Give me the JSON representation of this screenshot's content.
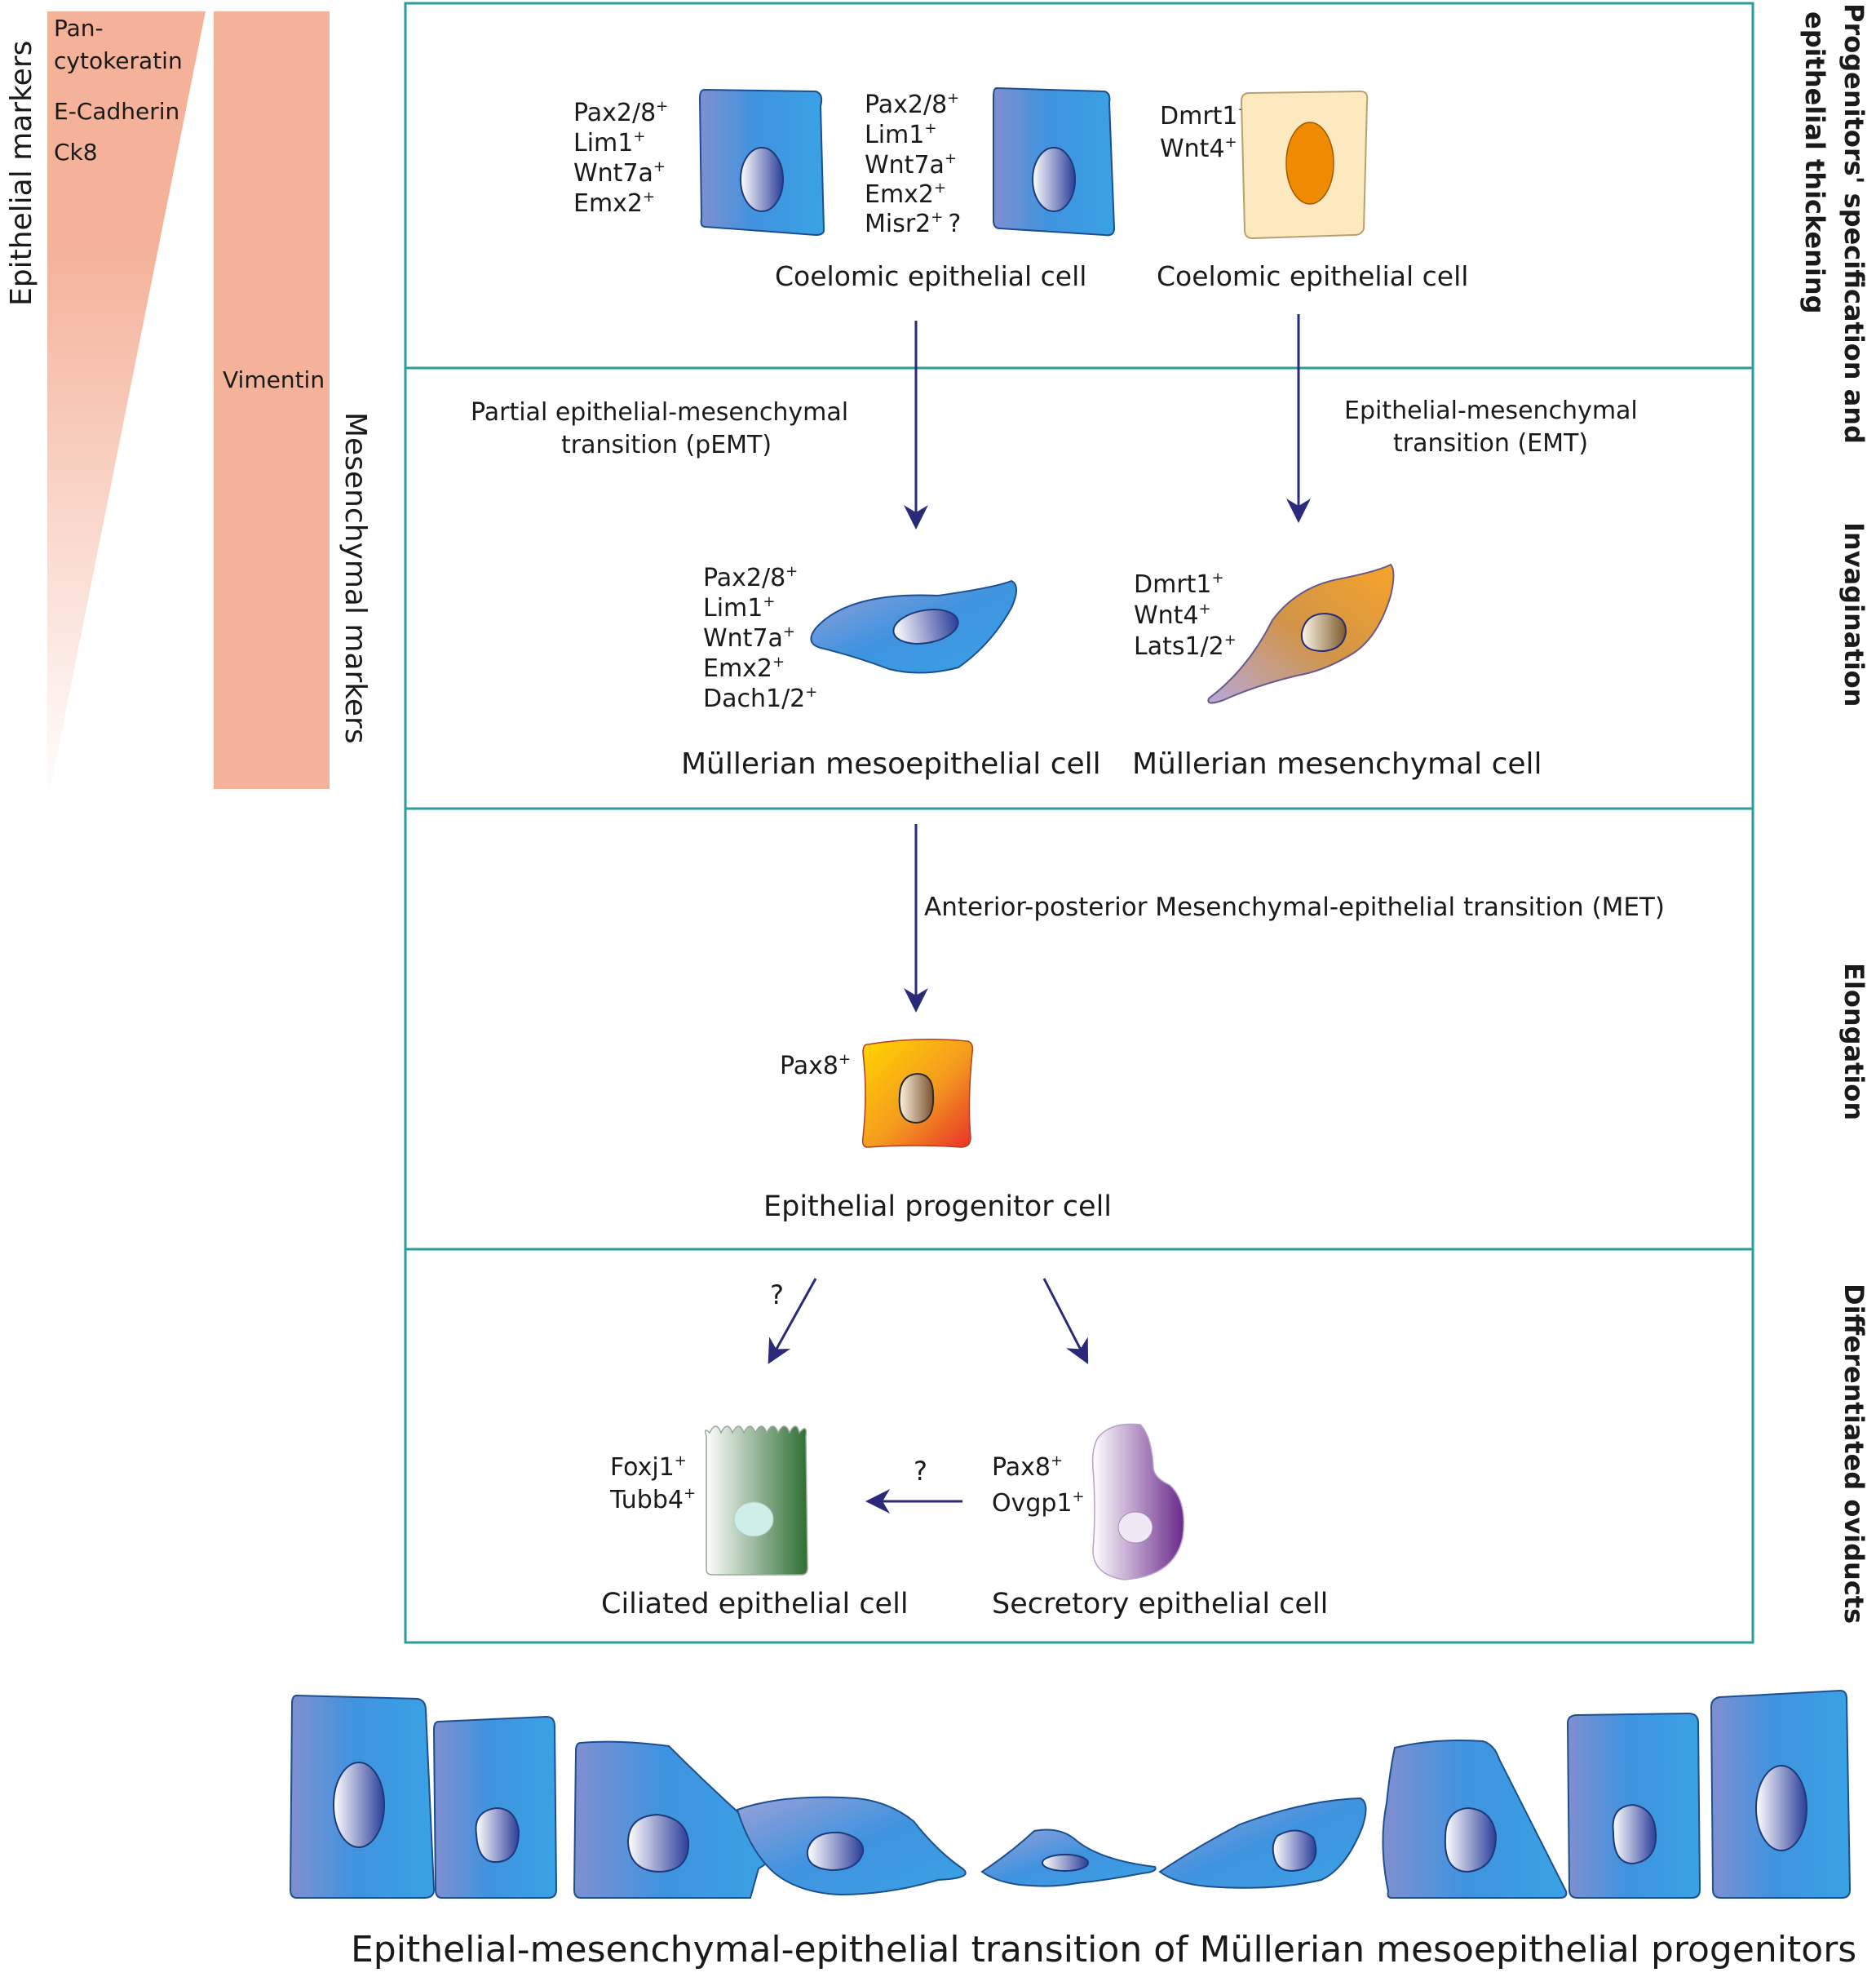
{
  "markers": {
    "epithelial_axis_label": "Epithelial markers",
    "epithelial_items": [
      "Pan-",
      "cytokeratin",
      "E-Cadherin",
      "Ck8"
    ],
    "mesenchymal_item": "Vimentin",
    "mesenchymal_axis_label": "Mesenchymal markers"
  },
  "stages": {
    "stage1_line1": "Progenitors' specification and",
    "stage1_line2": "epithelial thickening",
    "stage2": "Invagination",
    "stage3": "Elongation",
    "stage4": "Differentiated oviducts"
  },
  "panel1": {
    "cellA_markers": [
      "Pax2/8",
      "Lim1",
      "Wnt7a",
      "Emx2"
    ],
    "cellB_markers": [
      "Pax2/8",
      "Lim1",
      "Wnt7a",
      "Emx2",
      "Misr2"
    ],
    "cellB_question": "?",
    "cellC_markers": [
      "Dmrt1",
      "Wnt4"
    ],
    "label_left": "Coelomic epithelial cell",
    "label_right": "Coelomic epithelial cell"
  },
  "panel2": {
    "transition_left_line1": "Partial epithelial-mesenchymal",
    "transition_left_line2": "transition (pEMT)",
    "transition_right_line1": "Epithelial-mesenchymal",
    "transition_right_line2": "transition (EMT)",
    "meso_markers": [
      "Pax2/8",
      "Lim1",
      "Wnt7a",
      "Emx2",
      "Dach1/2"
    ],
    "mes_markers": [
      "Dmrt1",
      "Wnt4",
      "Lats1/2"
    ],
    "label_meso": "Müllerian mesoepithelial cell",
    "label_mes": "Müllerian mesenchymal cell"
  },
  "panel3": {
    "transition": "Anterior-posterior Mesenchymal-epithelial transition (MET)",
    "marker": "Pax8",
    "label": "Epithelial progenitor cell"
  },
  "panel4": {
    "question_left": "?",
    "question_mid": "?",
    "ciliated_markers": [
      "Foxj1",
      "Tubb4"
    ],
    "secretory_markers": [
      "Pax8",
      "Ovgp1"
    ],
    "label_ciliated": "Ciliated epithelial cell",
    "label_secretory": "Secretory epithelial cell"
  },
  "bottom_caption": "Epithelial-mesenchymal-epithelial transition of Müllerian mesoepithelial progenitors",
  "sup_plus": "+",
  "colors": {
    "panel_border": "#2a9d9a",
    "arrow": "#2b2a7a",
    "marker_bar": "#f4b29a",
    "blue_cell": "#3a8fd8",
    "yellow_cell": "#fde9bf",
    "orange_nucleus": "#f08a00",
    "green_cell": "#2f6b3a",
    "purple_cell": "#6a2c8e"
  }
}
